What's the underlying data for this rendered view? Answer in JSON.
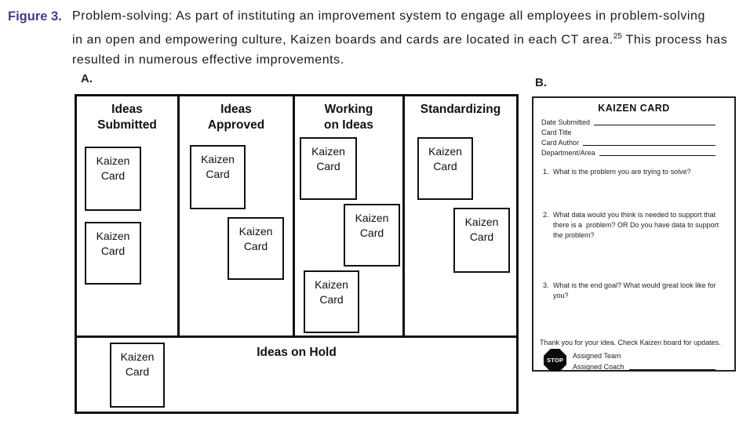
{
  "caption": {
    "label": "Figure 3.",
    "text_part1": "Problem-solving: As part of instituting an improvement system to engage all employees in problem-solving\nin an open and empowering culture, Kaizen boards and cards are located in each CT area.",
    "superscript": "25",
    "text_part2": " This process has\nresulted in numerous effective improvements."
  },
  "panel_a": {
    "label": "A.",
    "card_text": "Kaizen\nCard",
    "columns": [
      {
        "header": "Ideas\nSubmitted"
      },
      {
        "header": "Ideas\nApproved"
      },
      {
        "header": "Working\non Ideas"
      },
      {
        "header": "Standardizing"
      }
    ],
    "hold_label": "Ideas on Hold"
  },
  "panel_b": {
    "label": "B.",
    "title": "KAIZEN CARD",
    "fields": [
      {
        "label": "Date Submitted"
      },
      {
        "label": "Card Title"
      },
      {
        "label": "Card Author"
      },
      {
        "label": "Department/Area"
      }
    ],
    "questions": [
      {
        "number": "1.",
        "text": "What is the problem you are trying to solve?"
      },
      {
        "number": "2.",
        "text": "What data would you think is needed to support that\nthere is a  problem? OR Do you have data to support\nthe problem?"
      },
      {
        "number": "3.",
        "text": "What is the end goal? What would great look like for\nyou?"
      }
    ],
    "thanks": "Thank you for your idea. Check Kaizen board for updates.",
    "stop": "STOP",
    "assigned_team": "Assigned Team",
    "assigned_coach": "Assigned Coach"
  }
}
